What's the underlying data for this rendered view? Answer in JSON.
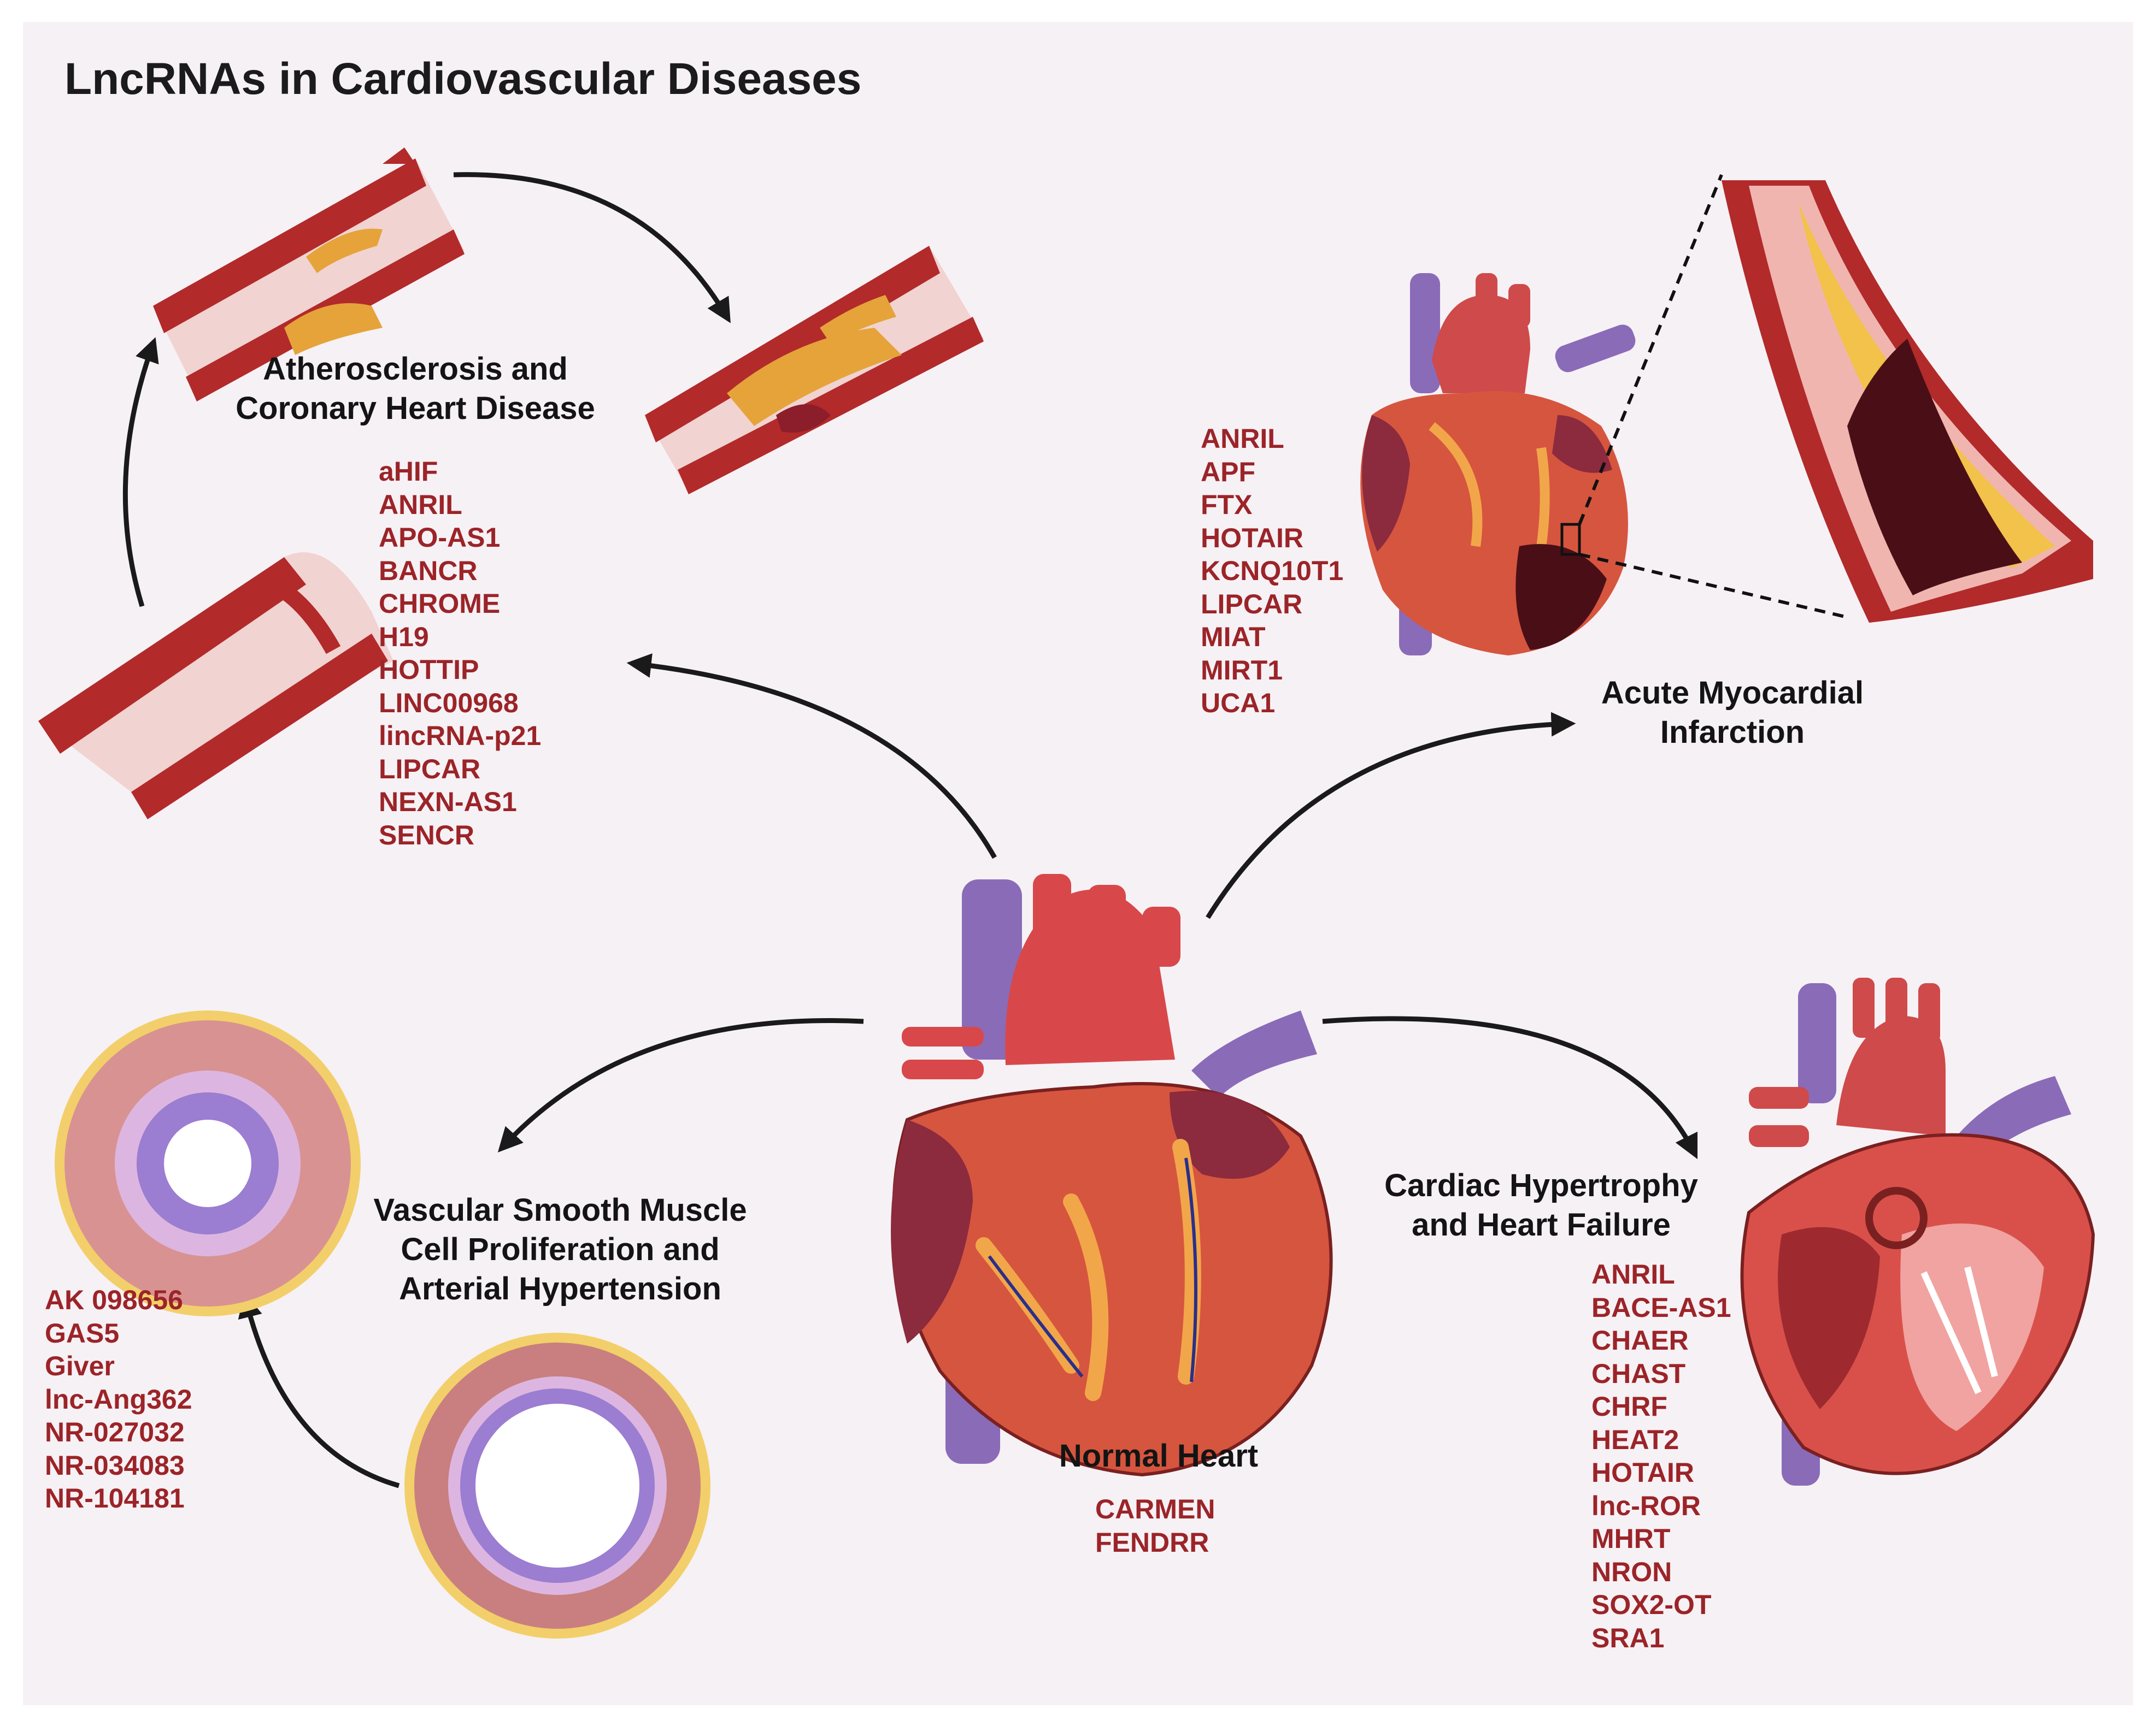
{
  "title": "LncRNAs in Cardiovascular Diseases",
  "colors": {
    "background": "#f6f1f5",
    "gene_text": "#9b2428",
    "heading_text": "#141414",
    "vessel_wall": "#b22a2a",
    "plaque": "#e5a33a",
    "vein": "#8a6bb8",
    "heart_muscle": "#d6553f"
  },
  "sections": {
    "atherosclerosis": {
      "heading": [
        "Atherosclerosis and",
        "Coronary Heart Disease"
      ],
      "genes": [
        "aHIF",
        "ANRIL",
        "APO-AS1",
        "BANCR",
        "CHROME",
        "H19",
        "HOTTIP",
        "LINC00968",
        "lincRNA-p21",
        "LIPCAR",
        "NEXN-AS1",
        "SENCR"
      ]
    },
    "myocardial_infarction": {
      "heading": [
        "Acute Myocardial",
        "Infarction"
      ],
      "genes": [
        "ANRIL",
        "APF",
        "FTX",
        "HOTAIR",
        "KCNQ10T1",
        "LIPCAR",
        "MIAT",
        "MIRT1",
        "UCA1"
      ]
    },
    "vascular": {
      "heading": [
        "Vascular Smooth Muscle",
        "Cell Proliferation and",
        "Arterial Hypertension"
      ],
      "genes": [
        "AK 098656",
        "GAS5",
        "Giver",
        "lnc-Ang362",
        "NR-027032",
        "NR-034083",
        "NR-104181"
      ]
    },
    "normal_heart": {
      "heading": [
        "Normal Heart"
      ],
      "genes": [
        "CARMEN",
        "FENDRR"
      ]
    },
    "hypertrophy": {
      "heading": [
        "Cardiac Hypertrophy",
        "and Heart Failure"
      ],
      "genes": [
        "ANRIL",
        "BACE-AS1",
        "CHAER",
        "CHAST",
        "CHRF",
        "HEAT2",
        "HOTAIR",
        "lnc-ROR",
        "MHRT",
        "NRON",
        "SOX2-OT",
        "SRA1"
      ]
    }
  }
}
